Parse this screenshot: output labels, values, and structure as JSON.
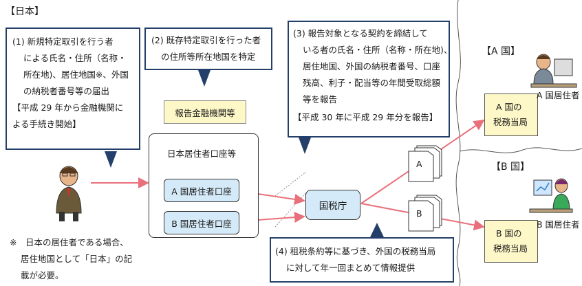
{
  "japan_title": "【日本】",
  "callout1": {
    "lines": [
      "(1)  新規特定取引を行う者",
      "による氏名・住所（名称・",
      "所在地)、居住地国※、外国",
      "の納税者番号等の届出",
      "【平成 29 年から金融機関に",
      "よる手続き開始】"
    ]
  },
  "callout2": {
    "lines": [
      "(2)  既存特定取引を行った者",
      "の住所等所在地国を特定"
    ]
  },
  "callout3": {
    "lines": [
      "(3)  報告対象となる契約を締結して",
      "いる者の氏名・住所（名称・所在地)、",
      "居住地国、外国の納税者番号、口座",
      "残高、利子・配当等の年間受取総額",
      "等を報告",
      "【平成 30 年に平成 29 年分を報告】"
    ]
  },
  "callout4": {
    "lines": [
      "(4)  租税条約等に基づき、外国の税務当局",
      "に対して年一回まとめて情報提供"
    ]
  },
  "financial_institution": "報告金融機関等",
  "accounts_title": "日本居住者口座等",
  "account_a": "A 国居住者口座",
  "account_b": "B 国居住者口座",
  "nta": "国税庁",
  "doc_a": "A",
  "doc_b": "B",
  "country_a": "【A 国】",
  "country_b": "【B 国】",
  "tax_a": [
    "A 国の",
    "税務当局"
  ],
  "tax_b": [
    "B 国の",
    "税務当局"
  ],
  "resident_a": "A 国居住者",
  "resident_b": "B 国居住者",
  "note": [
    "※　日本の居住者である場合、",
    "居住地国として「日本」の記",
    "載が必要。"
  ],
  "colors": {
    "arrow": "#e8707a",
    "callout_border": "#24406a",
    "yellow_box": "#fef8c8",
    "blue_box": "#d5eaf8"
  }
}
